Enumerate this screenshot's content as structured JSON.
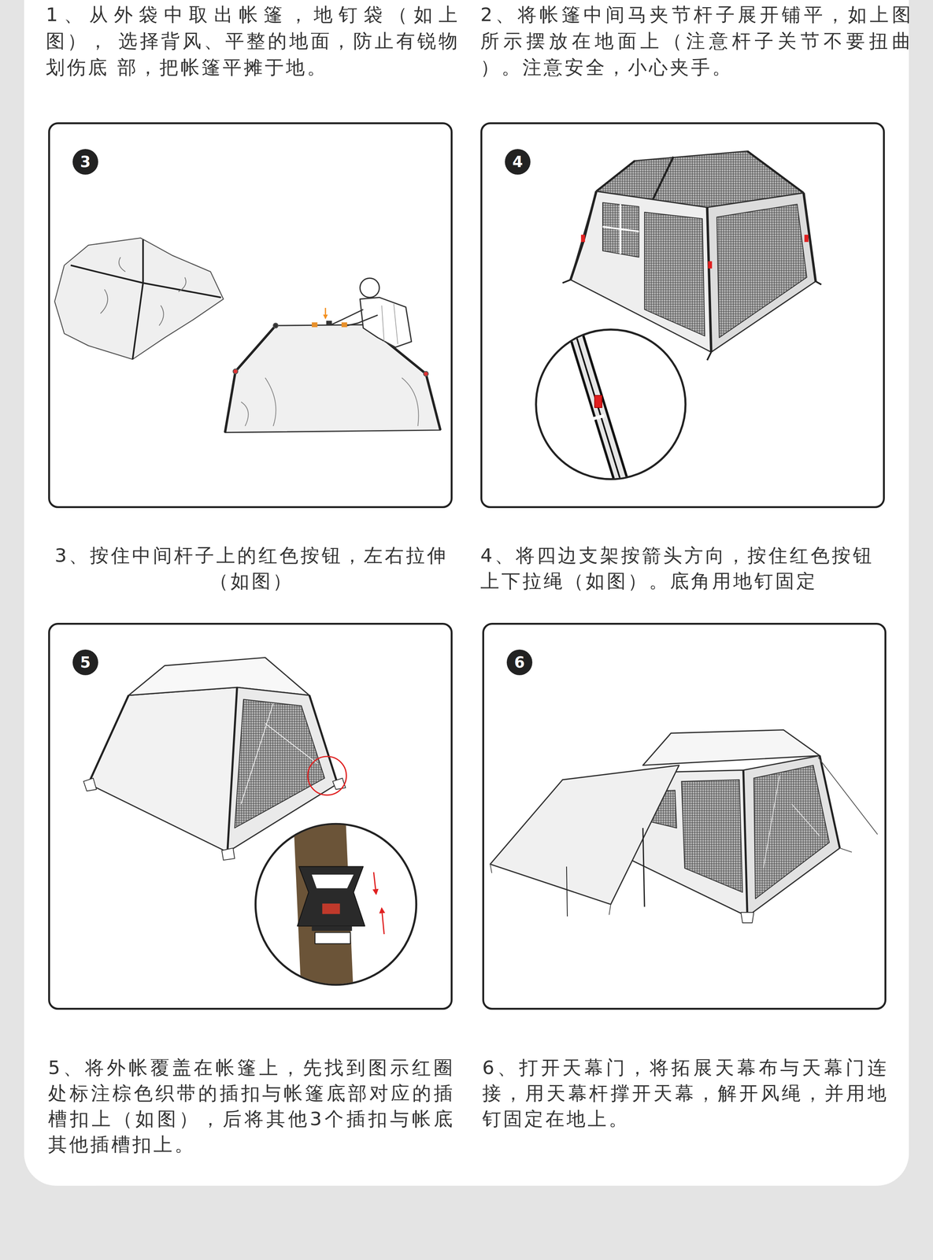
{
  "diagram": {
    "nodes": [
      {
        "text": [
          "3、按住中间杆子上的红色按钮，左右拉伸 （如图）"
        ]
      },
      {
        "text": [
          "3"
        ],
        "in": 0
      },
      {
        "text": [
          "4、将四边支架按箭头方向，按住红色按钮 上下拉绳（如图）。底角用地钉固定"
        ]
      },
      {
        "text": [
          "4"
        ],
        "in": 2
      },
      {
        "text": [
          "5、将外帐覆盖在帐篷上，先找到图示红圈 处标注棕色织带的插扣与帐篷底部对应的插 槽扣上（如图），后将其他3个插扣与帐底 其他插槽扣上。"
        ]
      },
      {
        "text": [
          "5"
        ],
        "in": 4
      },
      {
        "text": [
          "6、打开天幕门，将拓展天幕布与天幕门连 接，用天幕杆撑开天幕，解开风绳，并用地 钉固定在地上。"
        ]
      },
      {
        "text": [
          "6"
        ],
        "in": 6
      }
    ],
    "labels": [
      "1、从外袋中取出帐篷，地钉袋（如上图）， 选择背风、平整的地面，防止有锐物划伤底 部，把帐篷平摊于地。",
      "2、将帐篷中间马夹节杆子展开铺平，如上图 所示摆放在地面上（注意杆子关节不要扭曲 ）。注意安全，小心夹手。"
    ]
  }
}
